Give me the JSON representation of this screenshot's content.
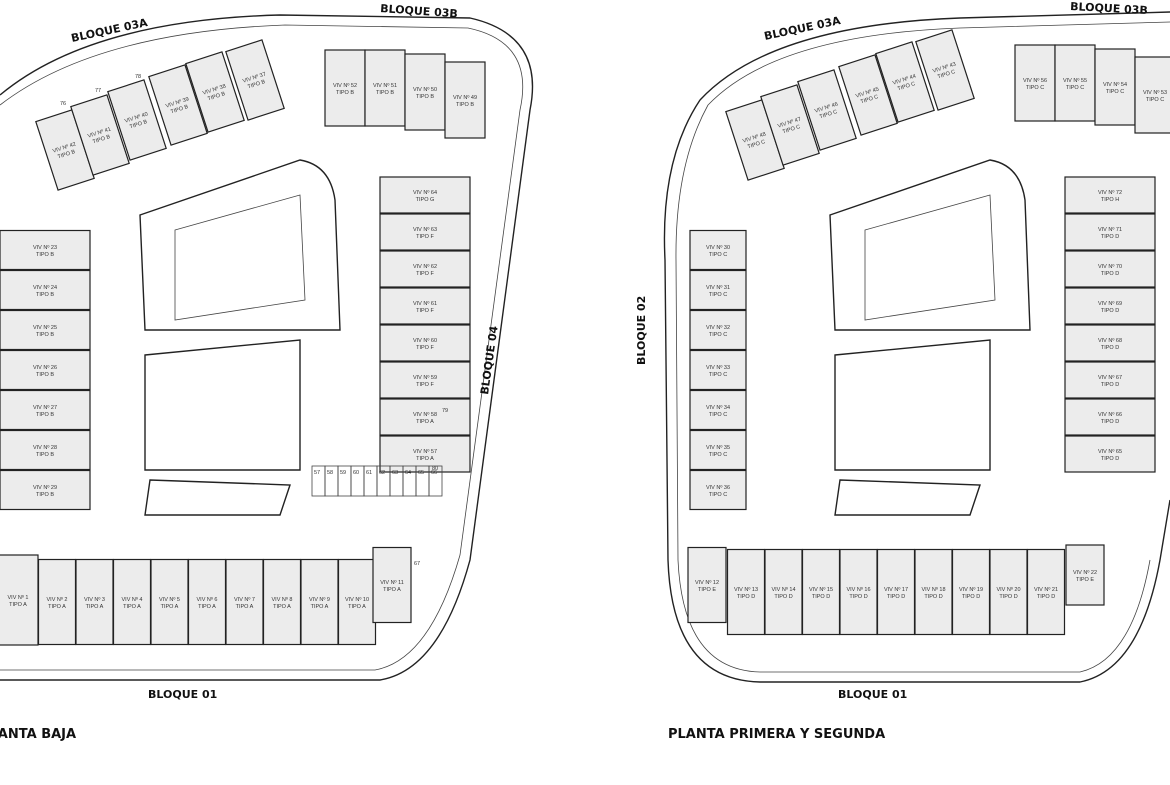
{
  "titles": {
    "ground_floor": "PLANTA BAJA",
    "upper_floors": "PLANTA PRIMERA Y SEGUNDA"
  },
  "bloques": {
    "b01": "BLOQUE 01",
    "b02": "BLOQUE 02",
    "b03a": "BLOQUE 03A",
    "b03b": "BLOQUE 03B",
    "b04": "BLOQUE 04"
  },
  "ground_units": [
    {
      "n": "VIV Nº 42",
      "t": "TIPO B"
    },
    {
      "n": "VIV Nº 41",
      "t": "TIPO B"
    },
    {
      "n": "VIV Nº 40",
      "t": "TIPO B"
    },
    {
      "n": "VIV Nº 39",
      "t": "TIPO B"
    },
    {
      "n": "VIV Nº 38",
      "t": "TIPO B"
    },
    {
      "n": "VIV Nº 37",
      "t": "TIPO B"
    },
    {
      "n": "VIV Nº 52",
      "t": "TIPO B"
    },
    {
      "n": "VIV Nº 51",
      "t": "TIPO B"
    },
    {
      "n": "VIV Nº 50",
      "t": "TIPO B"
    },
    {
      "n": "VIV Nº 49",
      "t": "TIPO B"
    },
    {
      "n": "VIV Nº 64",
      "t": "TIPO G"
    },
    {
      "n": "VIV Nº 63",
      "t": "TIPO F"
    },
    {
      "n": "VIV Nº 62",
      "t": "TIPO F"
    },
    {
      "n": "VIV Nº 61",
      "t": "TIPO F"
    },
    {
      "n": "VIV Nº 60",
      "t": "TIPO F"
    },
    {
      "n": "VIV Nº 59",
      "t": "TIPO F"
    },
    {
      "n": "VIV Nº 58",
      "t": "TIPO A"
    },
    {
      "n": "VIV Nº 57",
      "t": "TIPO A"
    },
    {
      "n": "VIV Nº 23",
      "t": "TIPO B"
    },
    {
      "n": "VIV Nº 24",
      "t": "TIPO B"
    },
    {
      "n": "VIV Nº 25",
      "t": "TIPO B"
    },
    {
      "n": "VIV Nº 26",
      "t": "TIPO B"
    },
    {
      "n": "VIV Nº 27",
      "t": "TIPO B"
    },
    {
      "n": "VIV Nº 28",
      "t": "TIPO B"
    },
    {
      "n": "VIV Nº 29",
      "t": "TIPO B"
    },
    {
      "n": "VIV Nº 1",
      "t": "TIPO A"
    },
    {
      "n": "VIV Nº 2",
      "t": "TIPO A"
    },
    {
      "n": "VIV Nº 3",
      "t": "TIPO A"
    },
    {
      "n": "VIV Nº 4",
      "t": "TIPO A"
    },
    {
      "n": "VIV Nº 5",
      "t": "TIPO A"
    },
    {
      "n": "VIV Nº 6",
      "t": "TIPO A"
    },
    {
      "n": "VIV Nº 7",
      "t": "TIPO A"
    },
    {
      "n": "VIV Nº 8",
      "t": "TIPO A"
    },
    {
      "n": "VIV Nº 9",
      "t": "TIPO A"
    },
    {
      "n": "VIV Nº 10",
      "t": "TIPO A"
    },
    {
      "n": "VIV Nº 11",
      "t": "TIPO A"
    }
  ],
  "upper_units": [
    {
      "n": "VIV Nº 48",
      "t": "TIPO C"
    },
    {
      "n": "VIV Nº 47",
      "t": "TIPO C"
    },
    {
      "n": "VIV Nº 46",
      "t": "TIPO C"
    },
    {
      "n": "VIV Nº 45",
      "t": "TIPO C"
    },
    {
      "n": "VIV Nº 44",
      "t": "TIPO C"
    },
    {
      "n": "VIV Nº 43",
      "t": "TIPO C"
    },
    {
      "n": "VIV Nº 56",
      "t": "TIPO C"
    },
    {
      "n": "VIV Nº 55",
      "t": "TIPO C"
    },
    {
      "n": "VIV Nº 54",
      "t": "TIPO C"
    },
    {
      "n": "VIV Nº 53",
      "t": "TIPO C"
    },
    {
      "n": "VIV Nº 72",
      "t": "TIPO H"
    },
    {
      "n": "VIV Nº 71",
      "t": "TIPO D"
    },
    {
      "n": "VIV Nº 70",
      "t": "TIPO D"
    },
    {
      "n": "VIV Nº 69",
      "t": "TIPO D"
    },
    {
      "n": "VIV Nº 68",
      "t": "TIPO D"
    },
    {
      "n": "VIV Nº 67",
      "t": "TIPO D"
    },
    {
      "n": "VIV Nº 66",
      "t": "TIPO D"
    },
    {
      "n": "VIV Nº 65",
      "t": "TIPO D"
    },
    {
      "n": "VIV Nº 30",
      "t": "TIPO C"
    },
    {
      "n": "VIV Nº 31",
      "t": "TIPO C"
    },
    {
      "n": "VIV Nº 32",
      "t": "TIPO C"
    },
    {
      "n": "VIV Nº 33",
      "t": "TIPO C"
    },
    {
      "n": "VIV Nº 34",
      "t": "TIPO C"
    },
    {
      "n": "VIV Nº 35",
      "t": "TIPO C"
    },
    {
      "n": "VIV Nº 36",
      "t": "TIPO C"
    },
    {
      "n": "VIV Nº 12",
      "t": "TIPO E"
    },
    {
      "n": "VIV Nº 13",
      "t": "TIPO D"
    },
    {
      "n": "VIV Nº 14",
      "t": "TIPO D"
    },
    {
      "n": "VIV Nº 15",
      "t": "TIPO D"
    },
    {
      "n": "VIV Nº 16",
      "t": "TIPO D"
    },
    {
      "n": "VIV Nº 17",
      "t": "TIPO D"
    },
    {
      "n": "VIV Nº 18",
      "t": "TIPO D"
    },
    {
      "n": "VIV Nº 19",
      "t": "TIPO D"
    },
    {
      "n": "VIV Nº 20",
      "t": "TIPO D"
    },
    {
      "n": "VIV Nº 21",
      "t": "TIPO D"
    },
    {
      "n": "VIV Nº 22",
      "t": "TIPO E"
    }
  ],
  "parking_numbers": [
    "57",
    "58",
    "59",
    "60",
    "61",
    "62",
    "63",
    "64",
    "65",
    "66"
  ],
  "storage_numbers": [
    "76",
    "77",
    "78",
    "79",
    "80",
    "67"
  ]
}
